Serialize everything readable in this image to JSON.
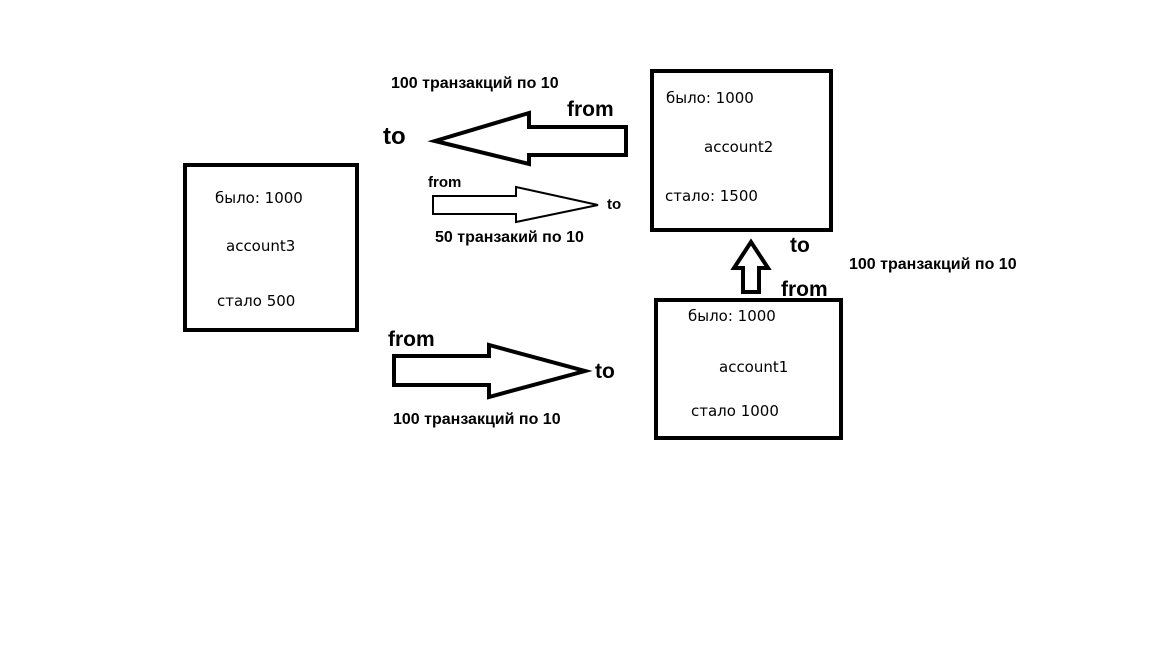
{
  "accounts": {
    "account3": {
      "name": "account3",
      "before": "было:  1000",
      "after": "стало 500"
    },
    "account2": {
      "name": "account2",
      "before": "было:  1000",
      "after": "стало: 1500"
    },
    "account1": {
      "name": "account1",
      "before": "было:  1000",
      "after": "стало 1000"
    }
  },
  "transfers": {
    "a2_to_a3": {
      "label": "100 транзакций по 10",
      "from": "from",
      "to": "to"
    },
    "a3_to_a2": {
      "label": "50 транзакий по 10",
      "from": "from",
      "to": "to"
    },
    "a3_to_a1": {
      "label": "100 транзакций по 10",
      "from": "from",
      "to": "to"
    },
    "a1_to_a2": {
      "label": "100 транзакций по 10",
      "from": "from",
      "to": "to"
    }
  }
}
